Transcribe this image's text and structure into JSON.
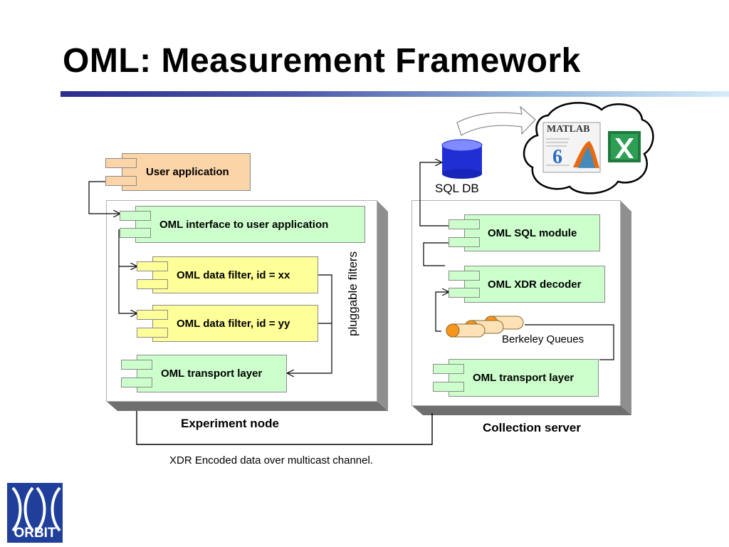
{
  "slide": {
    "title": "OML: Measurement Framework"
  },
  "experiment_node": {
    "label": "Experiment node",
    "user_application": "User application",
    "oml_interface": "OML interface to user application",
    "filter_xx": "OML data filter, id = xx",
    "filter_yy": "OML data filter, id = yy",
    "pluggable_filters": "pluggable filters",
    "transport_layer": "OML transport layer"
  },
  "collection_server": {
    "label": "Collection server",
    "sql_module": "OML SQL module",
    "xdr_decoder": "OML XDR decoder",
    "berkeley_queues": "Berkeley Queues",
    "transport_layer": "OML transport layer"
  },
  "sql_db": {
    "label": "SQL DB"
  },
  "tools_cloud": {
    "matlab_text": "MATLAB",
    "matlab_version": "6"
  },
  "channel": {
    "caption": "XDR Encoded data over multicast channel."
  },
  "logo": {
    "text": "ORBIT"
  },
  "colors": {
    "green_box": "#ccffcc",
    "yellow_box": "#ffff99",
    "orange_box": "#fbd4a8",
    "title_rule_dark": "#2b2e8c",
    "title_rule_light": "#d5ecfa",
    "logo_blue": "#1f3f9a",
    "queue_orange": "#f7941d"
  }
}
